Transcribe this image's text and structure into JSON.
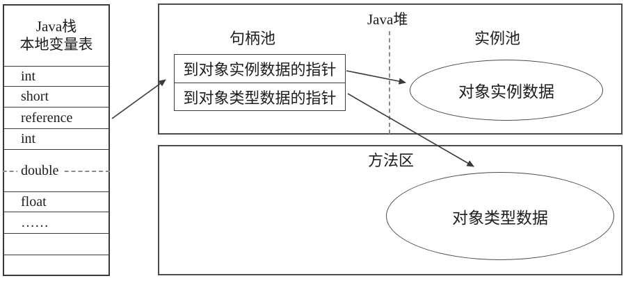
{
  "colors": {
    "line": "#3a3a3a",
    "box_border": "#4a4a4a",
    "dashed": "#8a8a8a",
    "text": "#1c1c1c",
    "background": "#ffffff"
  },
  "stack_table": {
    "title_line1": "Java栈",
    "title_line2": "本地变量表",
    "rows": [
      "int",
      "short",
      "reference",
      "int",
      "double",
      "float",
      "……",
      "",
      ""
    ]
  },
  "heap": {
    "region_label": "Java堆",
    "handle_pool_label": "句柄池",
    "instance_pool_label": "实例池",
    "handle_rows": [
      "到对象实例数据的指针",
      "到对象类型数据的指针"
    ],
    "instance_ellipse_label": "对象实例数据"
  },
  "method_area": {
    "region_label": "方法区",
    "type_ellipse_label": "对象类型数据"
  }
}
